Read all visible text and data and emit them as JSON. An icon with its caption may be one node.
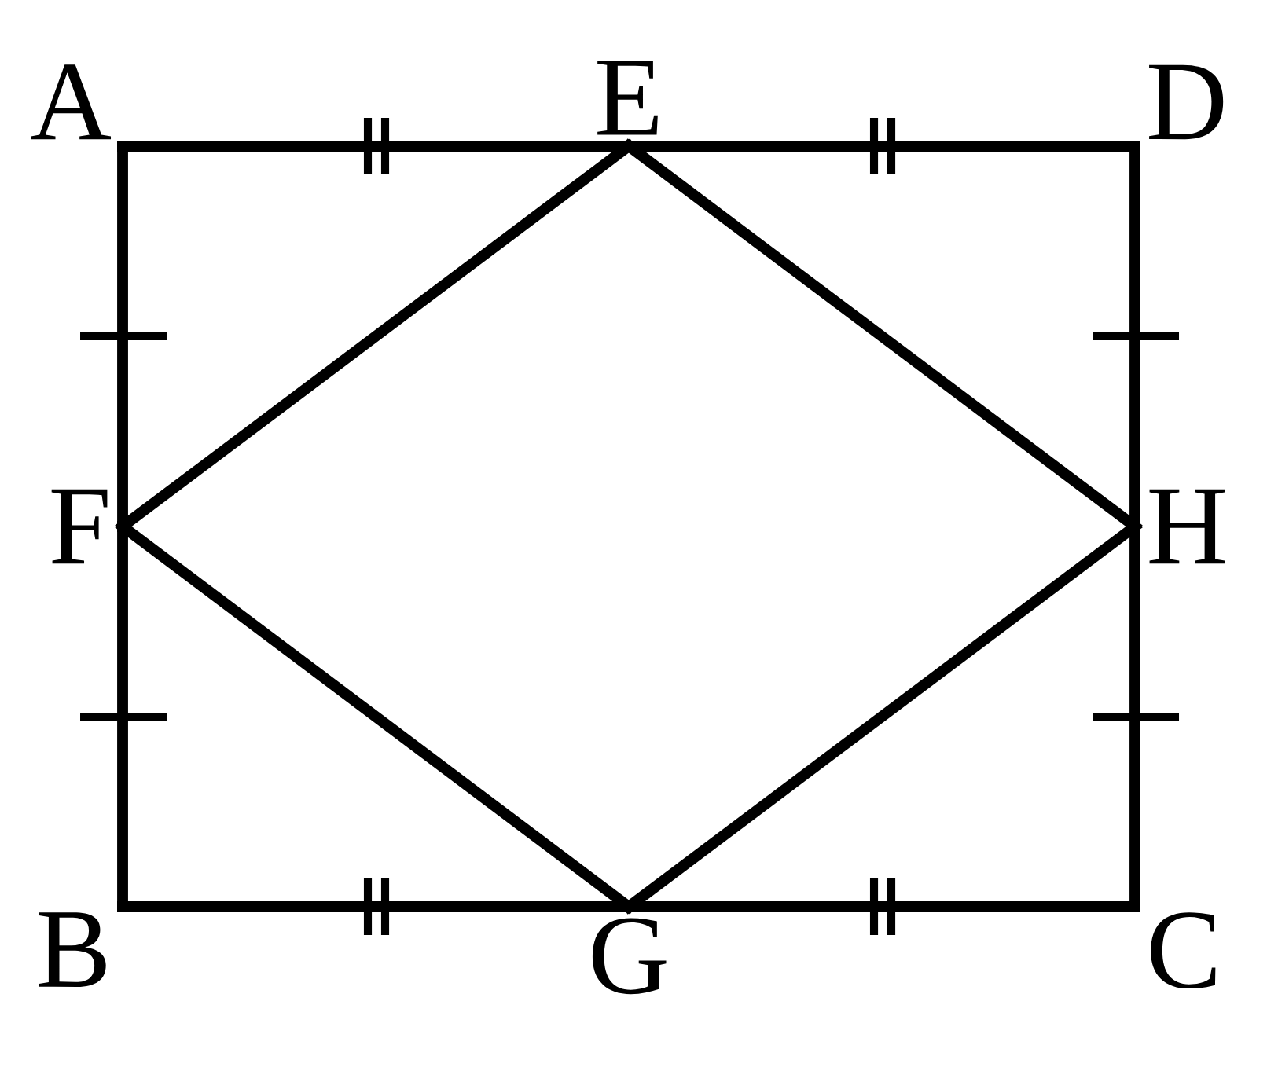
{
  "diagram": {
    "nodes": [
      {
        "text": [
          "A"
        ]
      },
      {
        "text": [
          "E"
        ]
      },
      {
        "text": [
          "D"
        ]
      },
      {
        "text": [
          "F"
        ]
      },
      {
        "text": [
          "H"
        ]
      },
      {
        "text": [
          "B"
        ]
      },
      {
        "text": [
          "G"
        ]
      },
      {
        "text": [
          "C"
        ]
      }
    ],
    "edges": [
      {
        "from": 0,
        "to": 1,
        "arrow": "none"
      },
      {
        "from": 1,
        "to": 2,
        "arrow": "none"
      },
      {
        "from": 2,
        "to": 4,
        "arrow": "none"
      },
      {
        "from": 4,
        "to": 7,
        "arrow": "none"
      },
      {
        "from": 7,
        "to": 6,
        "arrow": "none"
      },
      {
        "from": 6,
        "to": 5,
        "arrow": "none"
      },
      {
        "from": 5,
        "to": 3,
        "arrow": "none"
      },
      {
        "from": 3,
        "to": 0,
        "arrow": "none"
      },
      {
        "from": 1,
        "to": 4,
        "arrow": "none"
      },
      {
        "from": 4,
        "to": 6,
        "arrow": "none"
      },
      {
        "from": 6,
        "to": 3,
        "arrow": "none"
      },
      {
        "from": 3,
        "to": 1,
        "arrow": "none"
      }
    ]
  }
}
